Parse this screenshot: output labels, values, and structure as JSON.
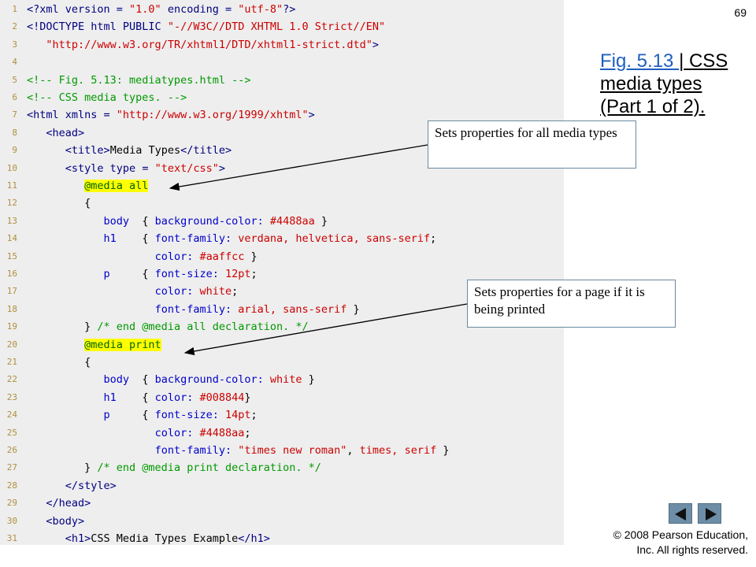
{
  "page_number": "69",
  "title": {
    "link_text": "Fig. 5.13 ",
    "separator": "|",
    "rest": " CSS media types (Part 1 of 2)."
  },
  "callouts": {
    "all": "Sets properties for all media types",
    "print": "Sets properties for a page if it is being printed"
  },
  "nav": {
    "prev": "previous-slide",
    "next": "next-slide"
  },
  "copyright": {
    "line1": "© 2008 Pearson Education,",
    "line2": "Inc.  All rights reserved."
  },
  "colors": {
    "tag": "#000080",
    "attr_value": "#cc0000",
    "comment": "#009900",
    "property": "#0000cc",
    "keyword": "#006400",
    "highlight": "#ffff00",
    "line_number": "#b09040"
  },
  "code_lines": [
    {
      "n": "1",
      "segs": [
        {
          "t": "<?xml version = ",
          "c": "tag"
        },
        {
          "t": "\"1.0\"",
          "c": "attr_value"
        },
        {
          "t": " encoding = ",
          "c": "tag"
        },
        {
          "t": "\"utf-8\"",
          "c": "attr_value"
        },
        {
          "t": "?>",
          "c": "tag"
        }
      ]
    },
    {
      "n": "2",
      "segs": [
        {
          "t": "<!DOCTYPE html PUBLIC ",
          "c": "tag"
        },
        {
          "t": "\"-//W3C//DTD XHTML 1.0 Strict//EN\"",
          "c": "attr_value"
        }
      ]
    },
    {
      "n": "3",
      "segs": [
        {
          "t": "   ",
          "c": "plain"
        },
        {
          "t": "\"http://www.w3.org/TR/xhtml1/DTD/xhtml1-strict.dtd\"",
          "c": "attr_value"
        },
        {
          "t": ">",
          "c": "tag"
        }
      ]
    },
    {
      "n": "4",
      "segs": []
    },
    {
      "n": "5",
      "segs": [
        {
          "t": "<!-- Fig. 5.13: mediatypes.html -->",
          "c": "comment"
        }
      ]
    },
    {
      "n": "6",
      "segs": [
        {
          "t": "<!-- CSS media types. -->",
          "c": "comment"
        }
      ]
    },
    {
      "n": "7",
      "segs": [
        {
          "t": "<html xmlns = ",
          "c": "tag"
        },
        {
          "t": "\"http://www.w3.org/1999/xhtml\"",
          "c": "attr_value"
        },
        {
          "t": ">",
          "c": "tag"
        }
      ]
    },
    {
      "n": "8",
      "segs": [
        {
          "t": "   ",
          "c": "plain"
        },
        {
          "t": "<head>",
          "c": "tag"
        }
      ]
    },
    {
      "n": "9",
      "segs": [
        {
          "t": "      ",
          "c": "plain"
        },
        {
          "t": "<title>",
          "c": "tag"
        },
        {
          "t": "Media Types",
          "c": "plain"
        },
        {
          "t": "</title>",
          "c": "tag"
        }
      ]
    },
    {
      "n": "10",
      "segs": [
        {
          "t": "      ",
          "c": "plain"
        },
        {
          "t": "<style type = ",
          "c": "tag"
        },
        {
          "t": "\"text/css\"",
          "c": "attr_value"
        },
        {
          "t": ">",
          "c": "tag"
        }
      ]
    },
    {
      "n": "11",
      "segs": [
        {
          "t": "         ",
          "c": "plain"
        },
        {
          "t": "@media all",
          "c": "keyword_hl"
        }
      ]
    },
    {
      "n": "12",
      "segs": [
        {
          "t": "         {",
          "c": "plain"
        }
      ]
    },
    {
      "n": "13",
      "segs": [
        {
          "t": "            ",
          "c": "plain"
        },
        {
          "t": "body",
          "c": "property"
        },
        {
          "t": "  { ",
          "c": "plain"
        },
        {
          "t": "background-color: ",
          "c": "property"
        },
        {
          "t": "#4488aa",
          "c": "attr_value"
        },
        {
          "t": " }",
          "c": "plain"
        }
      ]
    },
    {
      "n": "14",
      "segs": [
        {
          "t": "            ",
          "c": "plain"
        },
        {
          "t": "h1",
          "c": "property"
        },
        {
          "t": "    { ",
          "c": "plain"
        },
        {
          "t": "font-family: ",
          "c": "property"
        },
        {
          "t": "verdana, helvetica, sans-serif",
          "c": "attr_value"
        },
        {
          "t": ";",
          "c": "plain"
        }
      ]
    },
    {
      "n": "15",
      "segs": [
        {
          "t": "                    ",
          "c": "plain"
        },
        {
          "t": "color: ",
          "c": "property"
        },
        {
          "t": "#aaffcc",
          "c": "attr_value"
        },
        {
          "t": " }",
          "c": "plain"
        }
      ]
    },
    {
      "n": "16",
      "segs": [
        {
          "t": "            ",
          "c": "plain"
        },
        {
          "t": "p",
          "c": "property"
        },
        {
          "t": "     { ",
          "c": "plain"
        },
        {
          "t": "font-size: ",
          "c": "property"
        },
        {
          "t": "12pt",
          "c": "attr_value"
        },
        {
          "t": ";",
          "c": "plain"
        }
      ]
    },
    {
      "n": "17",
      "segs": [
        {
          "t": "                    ",
          "c": "plain"
        },
        {
          "t": "color: ",
          "c": "property"
        },
        {
          "t": "white",
          "c": "attr_value"
        },
        {
          "t": ";",
          "c": "plain"
        }
      ]
    },
    {
      "n": "18",
      "segs": [
        {
          "t": "                    ",
          "c": "plain"
        },
        {
          "t": "font-family: ",
          "c": "property"
        },
        {
          "t": "arial, sans-serif",
          "c": "attr_value"
        },
        {
          "t": " }",
          "c": "plain"
        }
      ]
    },
    {
      "n": "19",
      "segs": [
        {
          "t": "         } ",
          "c": "plain"
        },
        {
          "t": "/* end @media all declaration. */",
          "c": "comment"
        }
      ]
    },
    {
      "n": "20",
      "segs": [
        {
          "t": "         ",
          "c": "plain"
        },
        {
          "t": "@media print",
          "c": "keyword_hl"
        }
      ]
    },
    {
      "n": "21",
      "segs": [
        {
          "t": "         {",
          "c": "plain"
        }
      ]
    },
    {
      "n": "22",
      "segs": [
        {
          "t": "            ",
          "c": "plain"
        },
        {
          "t": "body",
          "c": "property"
        },
        {
          "t": "  { ",
          "c": "plain"
        },
        {
          "t": "background-color: ",
          "c": "property"
        },
        {
          "t": "white",
          "c": "attr_value"
        },
        {
          "t": " }",
          "c": "plain"
        }
      ]
    },
    {
      "n": "23",
      "segs": [
        {
          "t": "            ",
          "c": "plain"
        },
        {
          "t": "h1",
          "c": "property"
        },
        {
          "t": "    { ",
          "c": "plain"
        },
        {
          "t": "color: ",
          "c": "property"
        },
        {
          "t": "#008844",
          "c": "attr_value"
        },
        {
          "t": "}",
          "c": "plain"
        }
      ]
    },
    {
      "n": "24",
      "segs": [
        {
          "t": "            ",
          "c": "plain"
        },
        {
          "t": "p",
          "c": "property"
        },
        {
          "t": "     { ",
          "c": "plain"
        },
        {
          "t": "font-size: ",
          "c": "property"
        },
        {
          "t": "14pt",
          "c": "attr_value"
        },
        {
          "t": ";",
          "c": "plain"
        }
      ]
    },
    {
      "n": "25",
      "segs": [
        {
          "t": "                    ",
          "c": "plain"
        },
        {
          "t": "color: ",
          "c": "property"
        },
        {
          "t": "#4488aa",
          "c": "attr_value"
        },
        {
          "t": ";",
          "c": "plain"
        }
      ]
    },
    {
      "n": "26",
      "segs": [
        {
          "t": "                    ",
          "c": "plain"
        },
        {
          "t": "font-family: ",
          "c": "property"
        },
        {
          "t": "\"times new roman\"",
          "c": "attr_value"
        },
        {
          "t": ", ",
          "c": "plain"
        },
        {
          "t": "times, serif",
          "c": "attr_value"
        },
        {
          "t": " }",
          "c": "plain"
        }
      ]
    },
    {
      "n": "27",
      "segs": [
        {
          "t": "         } ",
          "c": "plain"
        },
        {
          "t": "/* end @media print declaration. */",
          "c": "comment"
        }
      ]
    },
    {
      "n": "28",
      "segs": [
        {
          "t": "      ",
          "c": "plain"
        },
        {
          "t": "</style>",
          "c": "tag"
        }
      ]
    },
    {
      "n": "29",
      "segs": [
        {
          "t": "   ",
          "c": "plain"
        },
        {
          "t": "</head>",
          "c": "tag"
        }
      ]
    },
    {
      "n": "30",
      "segs": [
        {
          "t": "   ",
          "c": "plain"
        },
        {
          "t": "<body>",
          "c": "tag"
        }
      ]
    },
    {
      "n": "31",
      "segs": [
        {
          "t": "      ",
          "c": "plain"
        },
        {
          "t": "<h1>",
          "c": "tag"
        },
        {
          "t": "CSS Media Types Example",
          "c": "plain"
        },
        {
          "t": "</h1>",
          "c": "tag"
        }
      ]
    }
  ]
}
